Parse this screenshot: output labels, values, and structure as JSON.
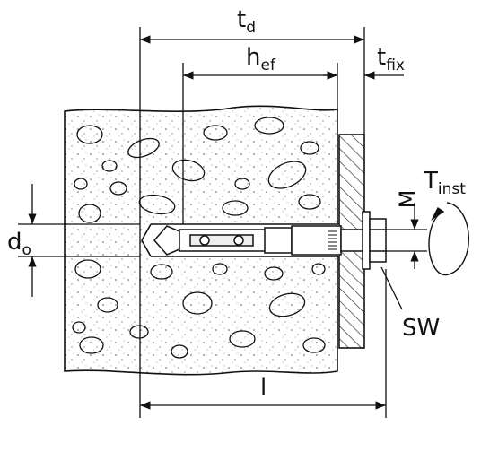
{
  "labels": {
    "td_main": "t",
    "td_sub": "d",
    "hef_main": "h",
    "hef_sub": "ef",
    "tfix_main": "t",
    "tfix_sub": "fix",
    "tinst_main": "T",
    "tinst_sub": "inst",
    "do_main": "d",
    "do_sub": "o",
    "M": "M",
    "SW": "SW",
    "l": "l"
  },
  "colors": {
    "line": "#111111",
    "concrete_fill": "#e9e9e9",
    "fixture_hatch": "#333333",
    "background": "#ffffff"
  }
}
